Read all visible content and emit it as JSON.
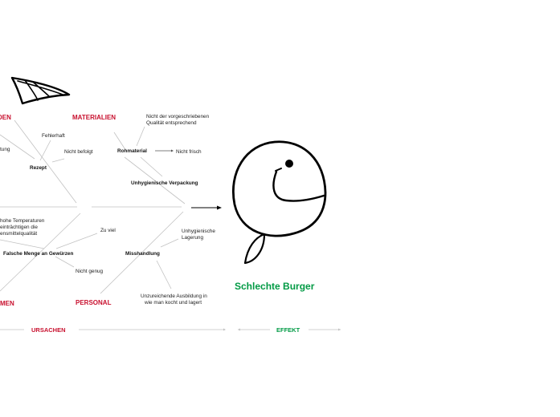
{
  "colors": {
    "cause_category": "#c8102e",
    "effect": "#009a44",
    "text": "#222222",
    "bone": "#c2c2c2"
  },
  "categories": {
    "methoden": "DEN",
    "materialien": "MATERIALIEN",
    "personal": "PERSONAL",
    "umwelt": "MEN"
  },
  "causes": {
    "rezept": "Rezept",
    "fehlerhaft": "Fehlerhaft",
    "nicht_befolgt": "Nicht befolgt",
    "tung": "tung",
    "rohmaterial": "Rohmaterial",
    "nicht_vorgeschrieben_1": "Nicht der vorgeschriebenen",
    "nicht_vorgeschrieben_2": "Qualität entsprechend",
    "nicht_frisch": "Nicht frisch",
    "verpackung": "Unhygienische Verpackung",
    "temp_1": "hohe Temperaturen",
    "temp_2": "einträchtigen die",
    "temp_3": "ensmittelqualität",
    "gewuerze": "Falsche Menge an Gewürzen",
    "zu_viel": "Zu viel",
    "nicht_genug": "Nicht genug",
    "misshandlung": "Misshandlung",
    "lagerung_1": "Unhygienische",
    "lagerung_2": "Lagerung",
    "ausbildung_1": "Unzureichende Ausbildung in",
    "ausbildung_2": "wie man kocht und lagert"
  },
  "effect": {
    "title": "Schlechte Burger"
  },
  "footer": {
    "causes_label": "URSACHEN",
    "effect_label": "EFFEKT"
  },
  "icons": [
    "fish-fin-icon",
    "fish-head-icon",
    "fish-eye-icon",
    "fish-gill-fin-icon",
    "arrow-head-icon"
  ]
}
